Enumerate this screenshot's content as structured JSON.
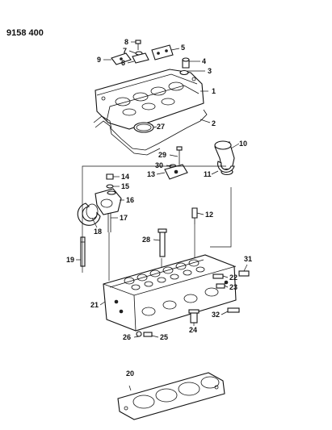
{
  "diagram_code": "9158 400",
  "callouts": [
    {
      "id": "c1",
      "text": "1"
    },
    {
      "id": "c2",
      "text": "2"
    },
    {
      "id": "c3",
      "text": "3"
    },
    {
      "id": "c4",
      "text": "4"
    },
    {
      "id": "c5",
      "text": "5"
    },
    {
      "id": "c6",
      "text": "6"
    },
    {
      "id": "c7",
      "text": "7"
    },
    {
      "id": "c8",
      "text": "8"
    },
    {
      "id": "c9",
      "text": "9"
    },
    {
      "id": "c10",
      "text": "10"
    },
    {
      "id": "c11",
      "text": "11"
    },
    {
      "id": "c12",
      "text": "12"
    },
    {
      "id": "c13",
      "text": "13"
    },
    {
      "id": "c14",
      "text": "14"
    },
    {
      "id": "c15",
      "text": "15"
    },
    {
      "id": "c16",
      "text": "16"
    },
    {
      "id": "c17",
      "text": "17"
    },
    {
      "id": "c18",
      "text": "18"
    },
    {
      "id": "c19",
      "text": "19"
    },
    {
      "id": "c20",
      "text": "20"
    },
    {
      "id": "c21",
      "text": "21"
    },
    {
      "id": "c22",
      "text": "22"
    },
    {
      "id": "c23",
      "text": "23"
    },
    {
      "id": "c24",
      "text": "24"
    },
    {
      "id": "c25",
      "text": "25"
    },
    {
      "id": "c26",
      "text": "26"
    },
    {
      "id": "c27",
      "text": "27"
    },
    {
      "id": "c28",
      "text": "28"
    },
    {
      "id": "c29",
      "text": "29"
    },
    {
      "id": "c30",
      "text": "30"
    },
    {
      "id": "c31",
      "text": "31"
    },
    {
      "id": "c32",
      "text": "32"
    }
  ]
}
